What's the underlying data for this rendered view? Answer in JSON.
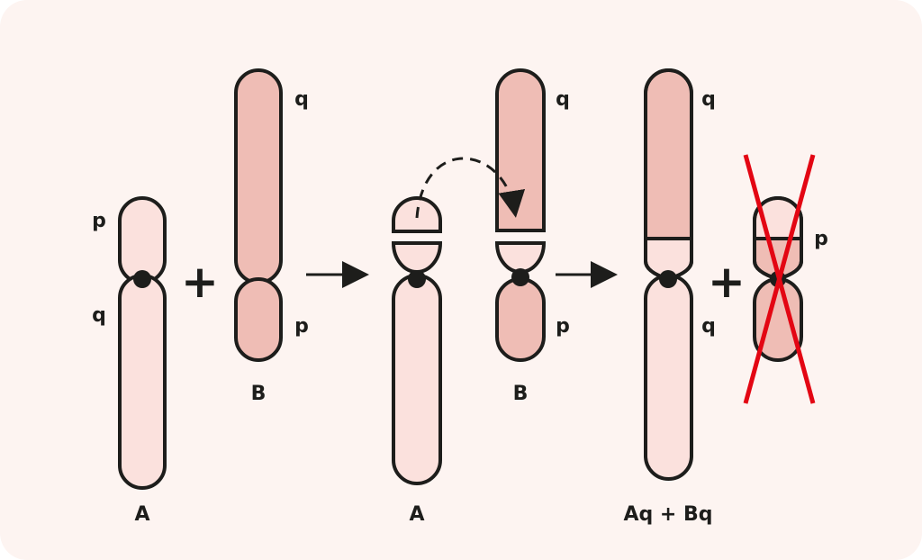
{
  "title": "Robertsonian translocation",
  "labels": {
    "chrA_p": "p",
    "chrA_q": "q",
    "chrA_name": "A",
    "chrB_q": "q",
    "chrB_p": "p",
    "chrB_name": "B",
    "midA_name": "A",
    "midB_q": "q",
    "midB_p": "p",
    "midB_name": "B",
    "fused_q_top": "q",
    "fused_q_bottom": "q",
    "fused_name": "Aq + Bq",
    "lost_p": "p",
    "plus": "+"
  },
  "colors": {
    "background": "#fdf4f1",
    "arm_light": "#fbe1dd",
    "arm_dark": "#efbdb5",
    "outline": "#1d1d1b",
    "cross": "#e30613"
  }
}
